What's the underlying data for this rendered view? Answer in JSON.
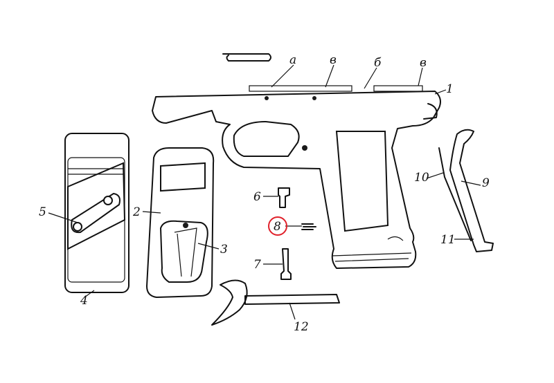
{
  "diagram": {
    "labels": {
      "frame": "1",
      "grip_panel_right": "2",
      "grip_plate": "3",
      "grip_panel_left_bottom": "4",
      "grip_panel_left_screw": "5",
      "part_6": "6",
      "part_7": "7",
      "part_8": "8",
      "part_9": "9",
      "part_10": "10",
      "part_11": "11",
      "part_12": "12",
      "frame_a": "а",
      "frame_b": "б",
      "frame_v1": "в",
      "frame_v2": "в"
    },
    "highlight_color": "#e0202a"
  }
}
